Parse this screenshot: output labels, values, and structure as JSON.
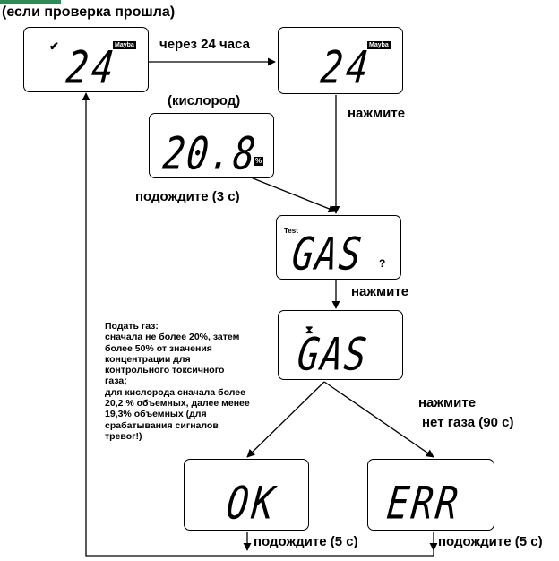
{
  "header": {
    "condition": "(если проверка прошла)"
  },
  "displays": {
    "d1": {
      "value": "24",
      "badge": "Mayba",
      "check": "✔"
    },
    "d2": {
      "value": "24",
      "badge": "Mayba"
    },
    "d3": {
      "value": "20.8",
      "unit": "%"
    },
    "d4": {
      "value": "GAS",
      "tag": "Test",
      "suffix": "?"
    },
    "d5": {
      "value": "GAS",
      "icon": "⧗"
    },
    "d6": {
      "value": "OK"
    },
    "d7": {
      "value": "ERR"
    }
  },
  "labels": {
    "after24": "через 24 часа",
    "oxygen": "(кислород)",
    "press1": "нажмите",
    "wait3": "подождите (3 с)",
    "press2": "нажмите",
    "press3": "нажмите",
    "nogas": "нет газа (90 с)",
    "wait5a": "подождите (5 с)",
    "wait5b": "подождите (5 с)"
  },
  "instructions": [
    "Подать газ:",
    "сначала не более 20%, затем",
    "более 50% от значения",
    "концентрации для",
    "контрольного токсичного",
    "газа;",
    "для кислорода сначала более",
    "20,2 % объемных, далее менее",
    "19,3% объемных (для",
    "срабатывания сигналов",
    "тревог!)"
  ]
}
